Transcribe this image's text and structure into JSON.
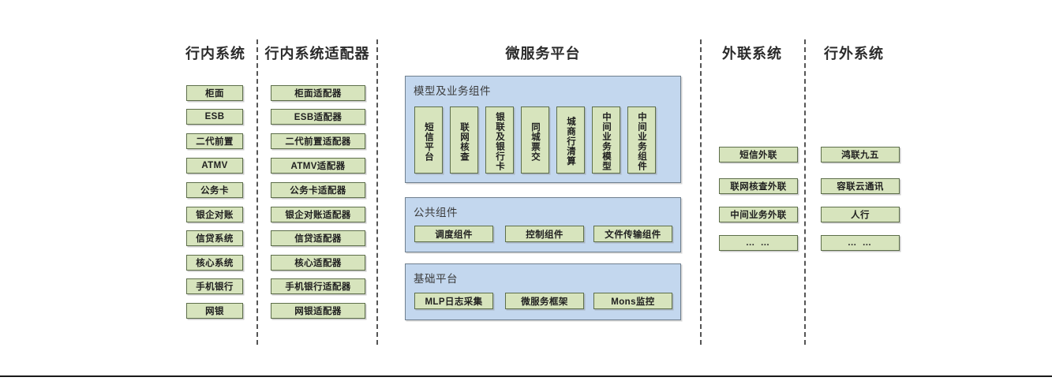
{
  "diagram": {
    "title_columns": [
      {
        "id": "inbank",
        "label": "行内系统"
      },
      {
        "id": "inbank-adapter",
        "label": "行内系统适配器"
      },
      {
        "id": "microservice",
        "label": "微服务平台"
      },
      {
        "id": "external-link",
        "label": "外联系统"
      },
      {
        "id": "outbank",
        "label": "行外系统"
      }
    ],
    "columns": {
      "inbank_systems": [
        {
          "label": "柜面"
        },
        {
          "label": "ESB"
        },
        {
          "label": "二代前置"
        },
        {
          "label": "ATMV"
        },
        {
          "label": "公务卡"
        },
        {
          "label": "银企对账"
        },
        {
          "label": "信贷系统"
        },
        {
          "label": "核心系统"
        },
        {
          "label": "手机银行"
        },
        {
          "label": "网银"
        }
      ],
      "inbank_adapters": [
        {
          "label": "柜面适配器"
        },
        {
          "label": "ESB适配器"
        },
        {
          "label": "二代前置适配器"
        },
        {
          "label": "ATMV适配器"
        },
        {
          "label": "公务卡适配器"
        },
        {
          "label": "银企对账适配器"
        },
        {
          "label": "信贷适配器"
        },
        {
          "label": "核心适配器"
        },
        {
          "label": "手机银行适配器"
        },
        {
          "label": "网银适配器"
        }
      ],
      "external_link_systems": [
        {
          "label": "短信外联"
        },
        {
          "label": "联网核查外联"
        },
        {
          "label": "中间业务外联"
        },
        {
          "label": "… …"
        }
      ],
      "outbank_systems": [
        {
          "label": "鸿联九五"
        },
        {
          "label": "容联云通讯"
        },
        {
          "label": "人行"
        },
        {
          "label": "… …"
        }
      ]
    },
    "platform": {
      "bands": [
        {
          "id": "model-business-components",
          "title": "模型及业务组件",
          "orientation": "vertical",
          "items": [
            {
              "label": "短信平台"
            },
            {
              "label": "联网核查"
            },
            {
              "label": "银联及银行卡"
            },
            {
              "label": "同城票交"
            },
            {
              "label": "城商行清算"
            },
            {
              "label": "中间业务模型"
            },
            {
              "label": "中间业务组件"
            }
          ]
        },
        {
          "id": "public-components",
          "title": "公共组件",
          "orientation": "horizontal",
          "items": [
            {
              "label": "调度组件"
            },
            {
              "label": "控制组件"
            },
            {
              "label": "文件传输组件"
            }
          ]
        },
        {
          "id": "base-platform",
          "title": "基础平台",
          "orientation": "horizontal",
          "items": [
            {
              "label": "MLP日志采集"
            },
            {
              "label": "微服务框架"
            },
            {
              "label": "Mons监控"
            }
          ]
        }
      ]
    },
    "colors": {
      "node_fill": "#d7e4bd",
      "node_border": "#5d6e4a",
      "panel_fill": "#c3d7ee",
      "panel_border": "#6f7f8e",
      "separator": "#555555",
      "text": "#1a1a1a",
      "background": "#ffffff"
    }
  }
}
